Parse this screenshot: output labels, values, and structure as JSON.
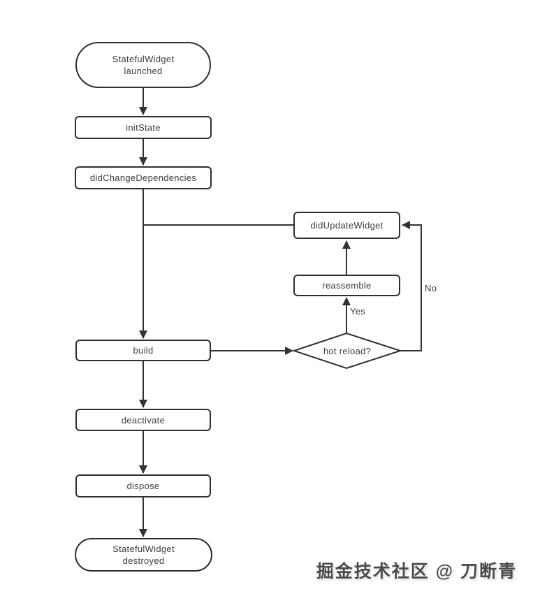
{
  "diagram": {
    "title": "StatefulWidget lifecycle flowchart",
    "colors": {
      "stroke": "#2f2f2f",
      "line": "#333333",
      "text": "#3d3d3d",
      "background": "#ffffff"
    },
    "nodes": {
      "launched": {
        "label": "StatefulWidget launched",
        "shape": "stadium"
      },
      "init_state": {
        "label": "initState",
        "shape": "rect"
      },
      "did_change_dependencies": {
        "label": "didChangeDependencies",
        "shape": "rect"
      },
      "did_update_widget": {
        "label": "didUpdateWidget",
        "shape": "rect"
      },
      "reassemble": {
        "label": "reassemble",
        "shape": "rect"
      },
      "hot_reload": {
        "label": "hot reload?",
        "shape": "diamond"
      },
      "build": {
        "label": "build",
        "shape": "rect"
      },
      "deactivate": {
        "label": "deactivate",
        "shape": "rect"
      },
      "dispose": {
        "label": "dispose",
        "shape": "rect"
      },
      "destroyed": {
        "label": "StatefulWidget destroyed",
        "shape": "stadium"
      }
    },
    "edge_labels": {
      "yes": "Yes",
      "no": "No"
    },
    "edges": [
      {
        "from": "launched",
        "to": "init_state"
      },
      {
        "from": "init_state",
        "to": "did_change_dependencies"
      },
      {
        "from": "did_change_dependencies",
        "to": "build"
      },
      {
        "from": "did_update_widget",
        "to": "build"
      },
      {
        "from": "build",
        "to": "hot_reload"
      },
      {
        "from": "hot_reload",
        "to": "reassemble",
        "label": "Yes"
      },
      {
        "from": "reassemble",
        "to": "did_update_widget"
      },
      {
        "from": "hot_reload",
        "to": "did_update_widget",
        "label": "No"
      },
      {
        "from": "build",
        "to": "deactivate"
      },
      {
        "from": "deactivate",
        "to": "dispose"
      },
      {
        "from": "dispose",
        "to": "destroyed"
      }
    ]
  },
  "watermark": {
    "text": "掘金技术社区 @ 刀断青"
  }
}
